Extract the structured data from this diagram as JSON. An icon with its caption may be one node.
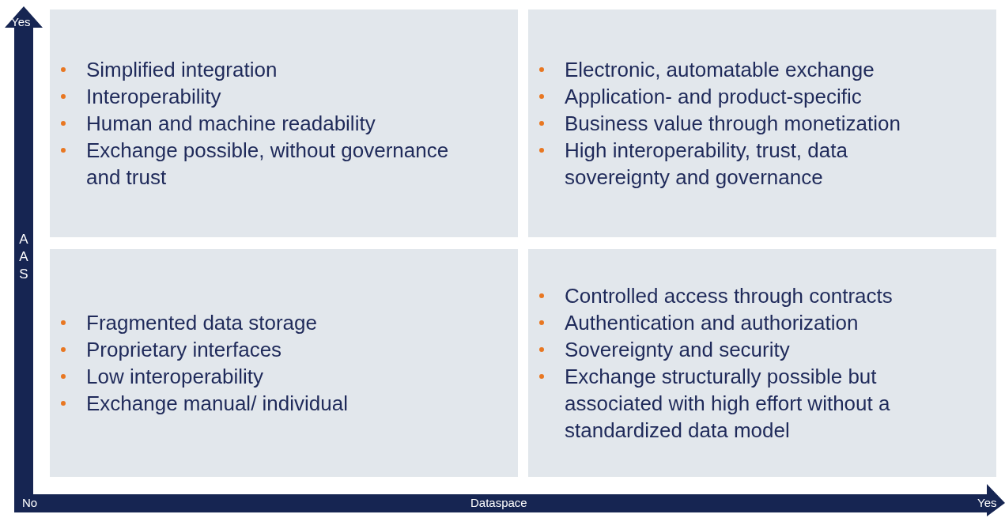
{
  "diagram": {
    "nodes": [
      {
        "text": [
          "Simplified integration",
          "Interoperability",
          "Human and machine readability",
          "Exchange possible, without governance and trust"
        ]
      },
      {
        "text": [
          "Electronic, automatable exchange",
          "Application- and product-specific",
          "Business value through monetization",
          "High interoperability, trust, data sovereignty and governance"
        ]
      },
      {
        "text": [
          "Fragmented data storage",
          "Proprietary interfaces",
          "Low interoperability",
          "Exchange manual/ individual"
        ]
      },
      {
        "text": [
          "Controlled access through contracts",
          "Authentication and authorization",
          "Sovereignty and security",
          "Exchange structurally possible but associated with high effort without a standardized data model"
        ]
      }
    ],
    "labels": [
      "Yes",
      "AAS",
      "No",
      "Dataspace",
      "Yes"
    ]
  }
}
